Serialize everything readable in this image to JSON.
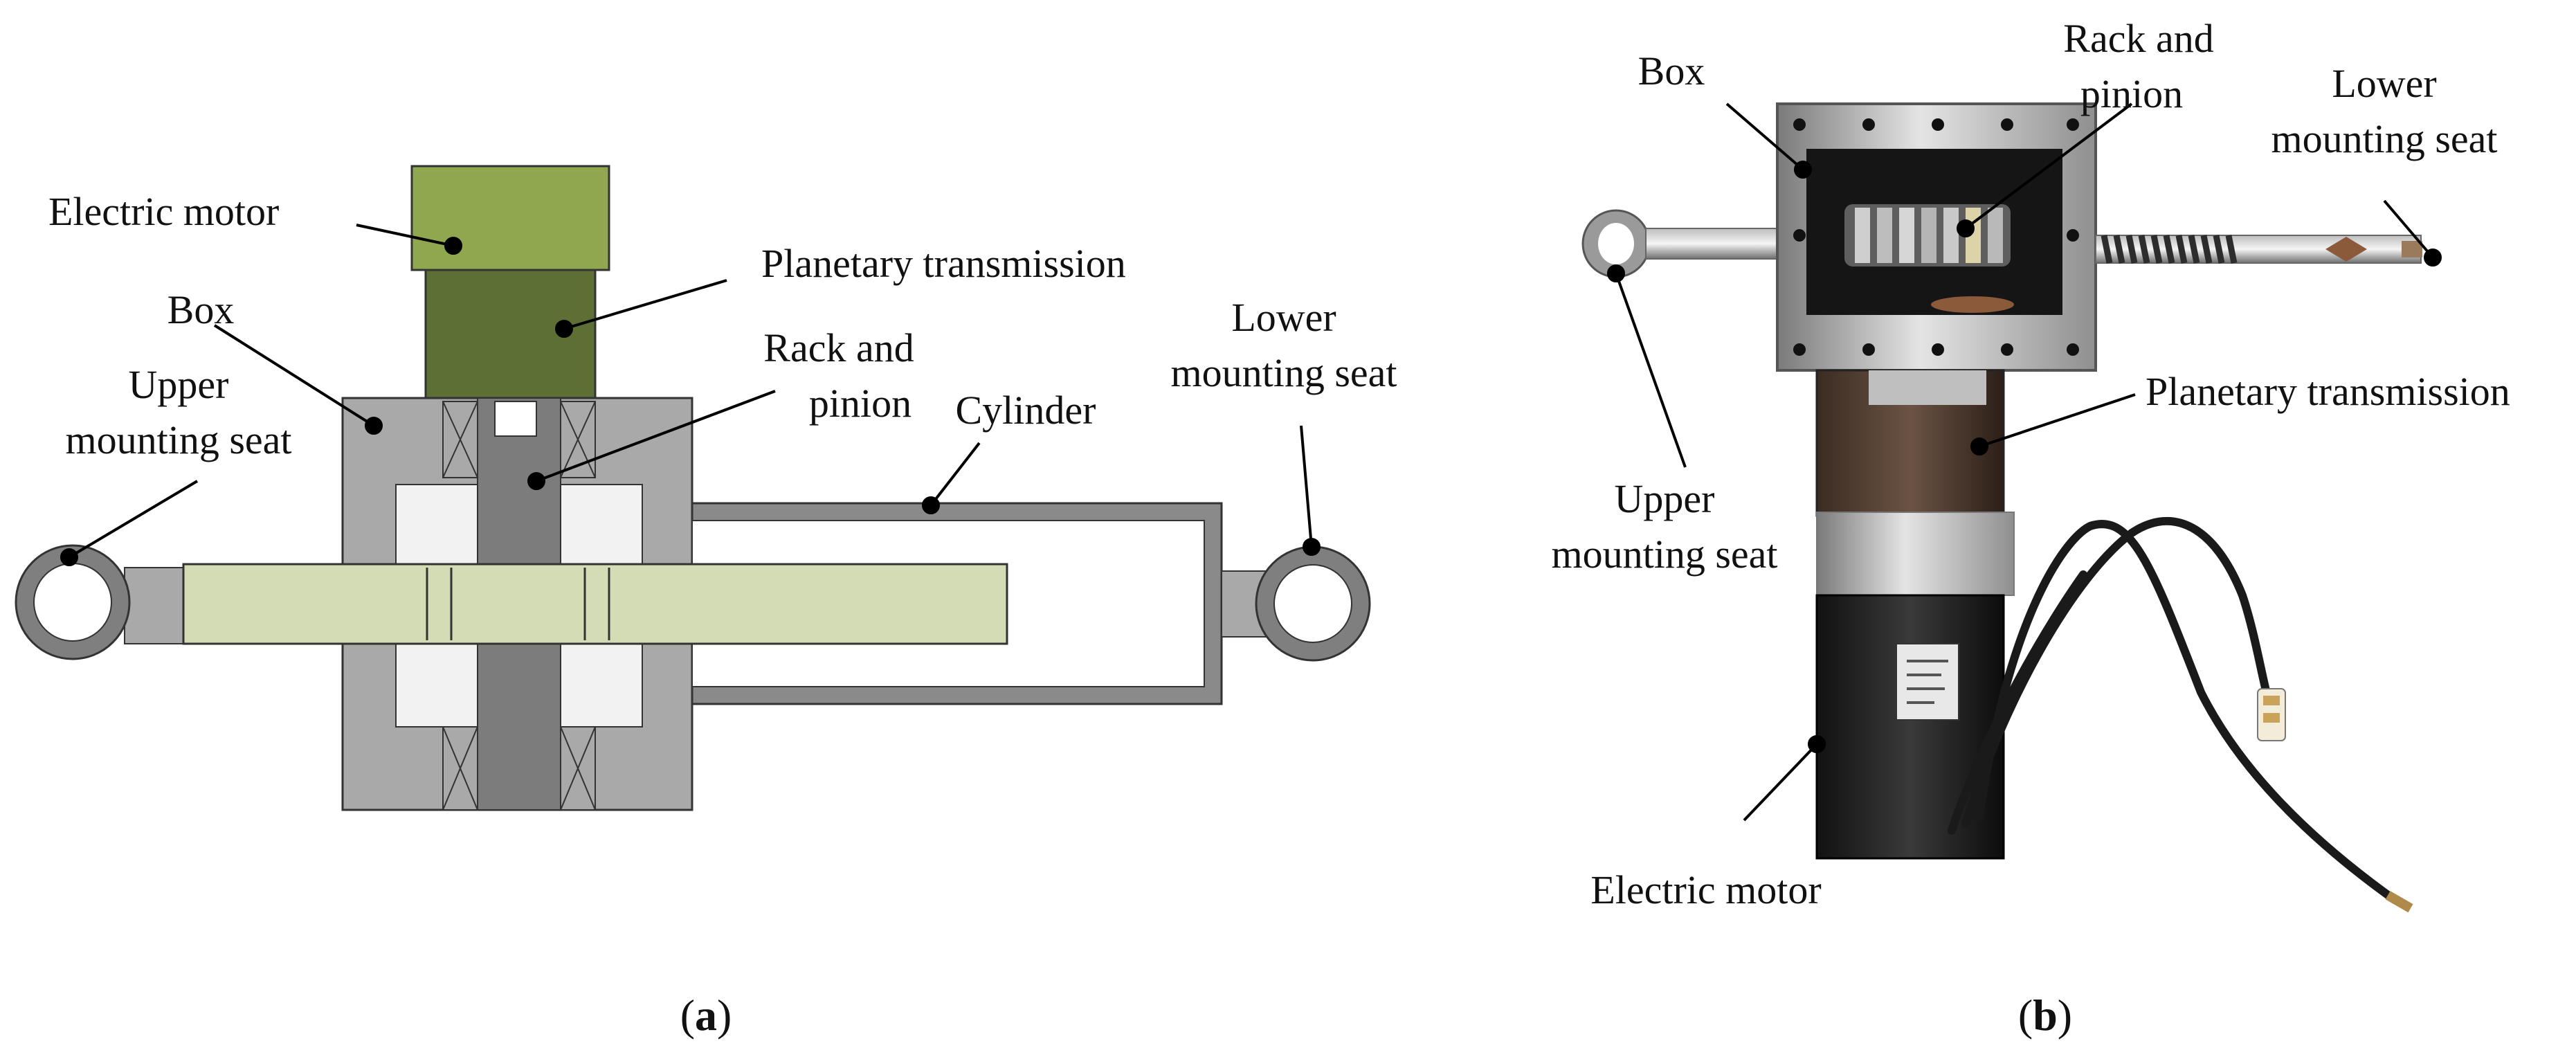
{
  "panel_a": {
    "caption_open": "(",
    "caption_letter": "a",
    "caption_close": ")",
    "labels": {
      "electric_motor": "Electric motor",
      "planetary_transmission": "Planetary transmission",
      "box": "Box",
      "upper_mounting_seat_1": "Upper",
      "upper_mounting_seat_2": "mounting seat",
      "rack_and_pinion_1": "Rack and",
      "rack_and_pinion_2": "pinion",
      "cylinder": "Cylinder",
      "lower_mounting_seat_1": "Lower",
      "lower_mounting_seat_2": "mounting seat"
    }
  },
  "panel_b": {
    "caption_open": "(",
    "caption_letter": "b",
    "caption_close": ")",
    "labels": {
      "box": "Box",
      "rack_and_pinion_1": "Rack and",
      "rack_and_pinion_2": "pinion",
      "lower_mounting_seat_1": "Lower",
      "lower_mounting_seat_2": "mounting seat",
      "planetary_transmission": "Planetary transmission",
      "upper_mounting_seat_1": "Upper",
      "upper_mounting_seat_2": "mounting seat",
      "electric_motor": "Electric motor"
    }
  },
  "colors": {
    "motor_top": "#8fa84f",
    "motor_bottom": "#5d6f35",
    "box_gray": "#a9a9a9",
    "rack_green": "#d3dcb4",
    "pinion_gray": "#7c7c7c",
    "seat_gray": "#7f7f7f"
  }
}
